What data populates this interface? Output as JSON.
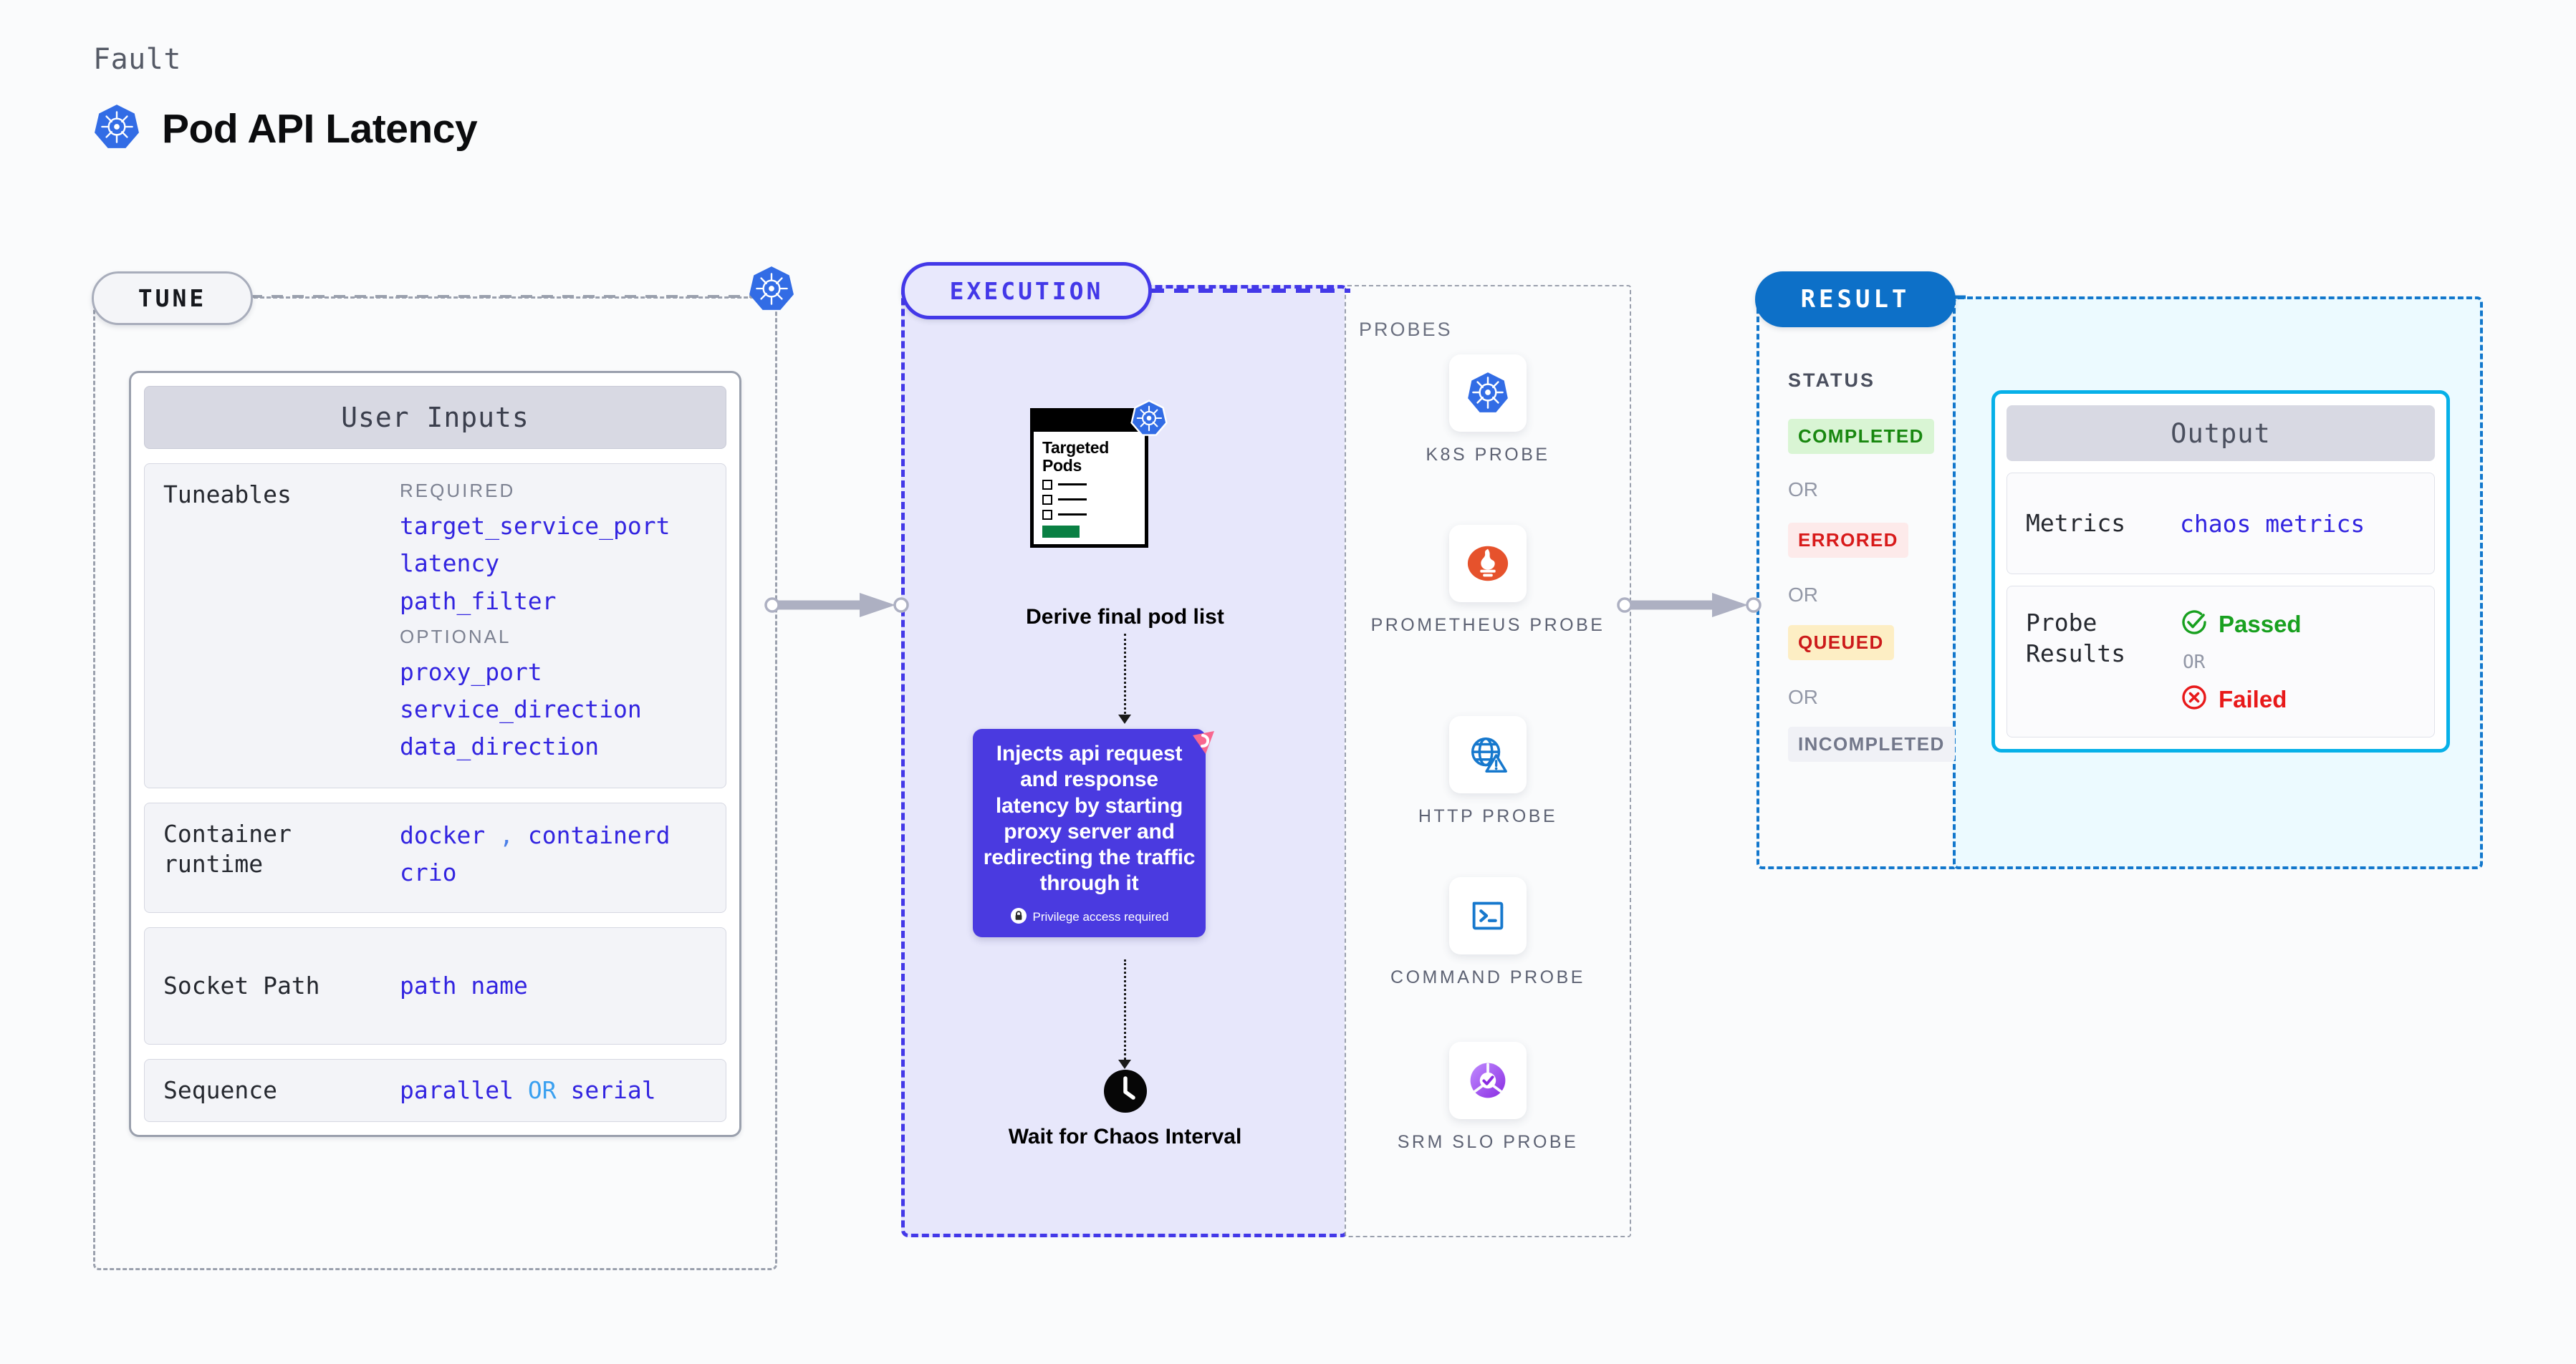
{
  "header": {
    "eyebrow": "Fault",
    "title": "Pod API Latency",
    "icon": "kubernetes-icon"
  },
  "colors": {
    "accent_indigo": "#3224e0",
    "execution_border": "#4338e8",
    "result_blue": "#0d70c8",
    "output_cyan": "#06b0e8",
    "k8s_blue": "#326ce5",
    "litmus_pink": "#f8678f",
    "pass_green": "#18a01f",
    "fail_red": "#e8191a"
  },
  "tune": {
    "badge": "TUNE",
    "edge_icon": "kubernetes-icon",
    "card": {
      "header": "User Inputs",
      "sections": [
        {
          "label": "Tuneables",
          "groups": [
            {
              "head": "REQUIRED",
              "values": [
                "target_service_port",
                "latency",
                "path_filter"
              ]
            },
            {
              "head": "OPTIONAL",
              "values": [
                "proxy_port",
                "service_direction",
                "data_direction"
              ]
            }
          ]
        },
        {
          "label": "Container runtime",
          "line1_a": "docker",
          "line1_sep": ",",
          "line1_b": "containerd",
          "line2": "crio"
        },
        {
          "label": "Socket Path",
          "value": "path name"
        },
        {
          "label": "Sequence",
          "value_a": "parallel",
          "value_or": "OR",
          "value_b": "serial"
        }
      ]
    }
  },
  "execution": {
    "badge": "EXECUTION",
    "pods_card": {
      "title": "Targeted Pods",
      "icon": "kubernetes-icon",
      "rows": 3
    },
    "derive_label": "Derive final pod list",
    "inject": {
      "text": "Injects api request and response latency by starting proxy server and redirecting the traffic through it",
      "privilege_note": "Privilege access required",
      "privilege_icon": "lock-icon",
      "badge_icon": "litmuschaos-icon"
    },
    "wait": {
      "icon": "clock-icon",
      "label": "Wait for Chaos Interval"
    }
  },
  "probes": {
    "title": "PROBES",
    "items": [
      {
        "label": "K8S PROBE",
        "icon": "kubernetes-icon"
      },
      {
        "label": "PROMETHEUS PROBE",
        "icon": "prometheus-icon"
      },
      {
        "label": "HTTP PROBE",
        "icon": "globe-warning-icon"
      },
      {
        "label": "COMMAND PROBE",
        "icon": "terminal-icon"
      },
      {
        "label": "SRM SLO PROBE",
        "icon": "slo-donut-icon"
      }
    ]
  },
  "result": {
    "badge": "RESULT",
    "status_title": "STATUS",
    "or_label": "OR",
    "statuses": [
      {
        "label": "COMPLETED",
        "bg": "#d9f5d4",
        "fg": "#18870f"
      },
      {
        "label": "ERRORED",
        "bg": "#fdeaea",
        "fg": "#d81a1a"
      },
      {
        "label": "QUEUED",
        "bg": "#fdeec4",
        "fg": "#cc1a1a"
      },
      {
        "label": "INCOMPLETED",
        "bg": "#f0f1f6",
        "fg": "#72778a"
      }
    ]
  },
  "output": {
    "header": "Output",
    "metrics_label": "Metrics",
    "metrics_value": "chaos metrics",
    "probe_results_label": "Probe Results",
    "passed_label": "Passed",
    "passed_icon": "check-circle-icon",
    "or_label": "OR",
    "failed_label": "Failed",
    "failed_icon": "x-circle-icon"
  }
}
